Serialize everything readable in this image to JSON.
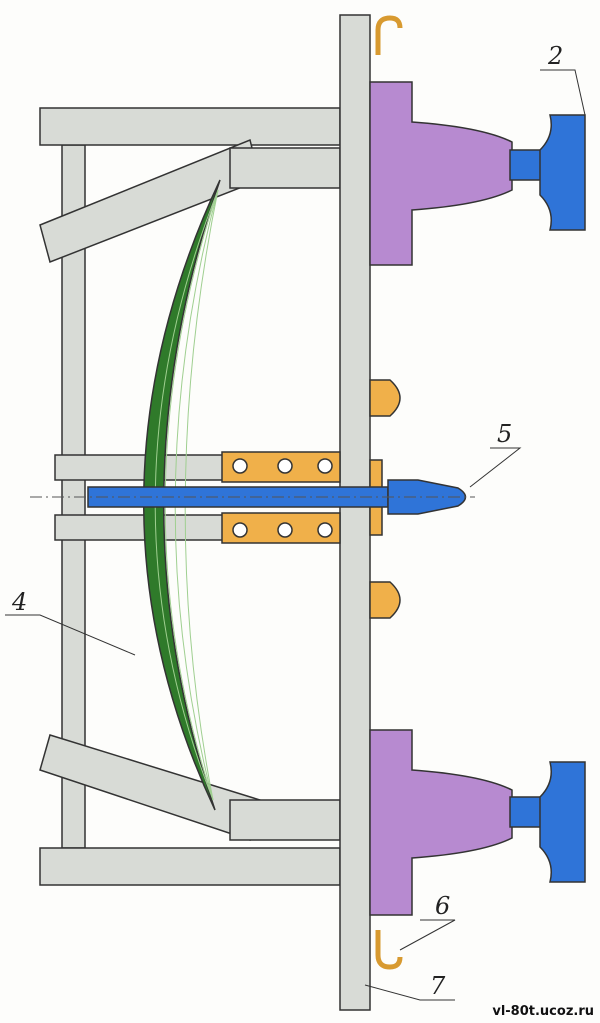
{
  "labels": {
    "l2": "2",
    "l4": "4",
    "l5": "5",
    "l6": "6",
    "l7": "7"
  },
  "watermark": "vl-80t.ucoz.ru",
  "colors": {
    "frame": "#d8dbd6",
    "spring": "#2f7a2a",
    "housing": "#b78ad0",
    "shaft": "#2f74d8",
    "bracket": "#f0b04a",
    "outline": "#333333"
  }
}
